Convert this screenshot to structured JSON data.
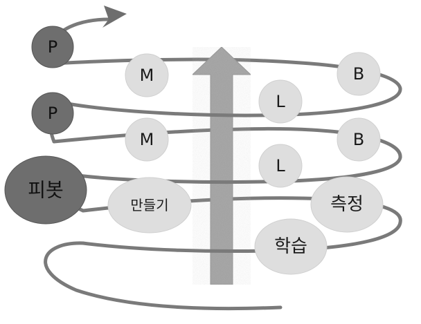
{
  "diagram": {
    "nodes": {
      "p_top": "P",
      "p_mid": "P",
      "pivot": "피봇",
      "m_top": "M",
      "m_mid": "M",
      "make": "만들기",
      "l_top": "L",
      "l_mid": "L",
      "b_top": "B",
      "b_mid": "B",
      "measure": "측정",
      "learn": "학습"
    },
    "colors": {
      "dark_node": "#6e6e6e",
      "light_node": "#dedede",
      "spiral": "#7a7a7a",
      "arrow": "#a8a8a8",
      "text": "#1a1a1a"
    }
  }
}
